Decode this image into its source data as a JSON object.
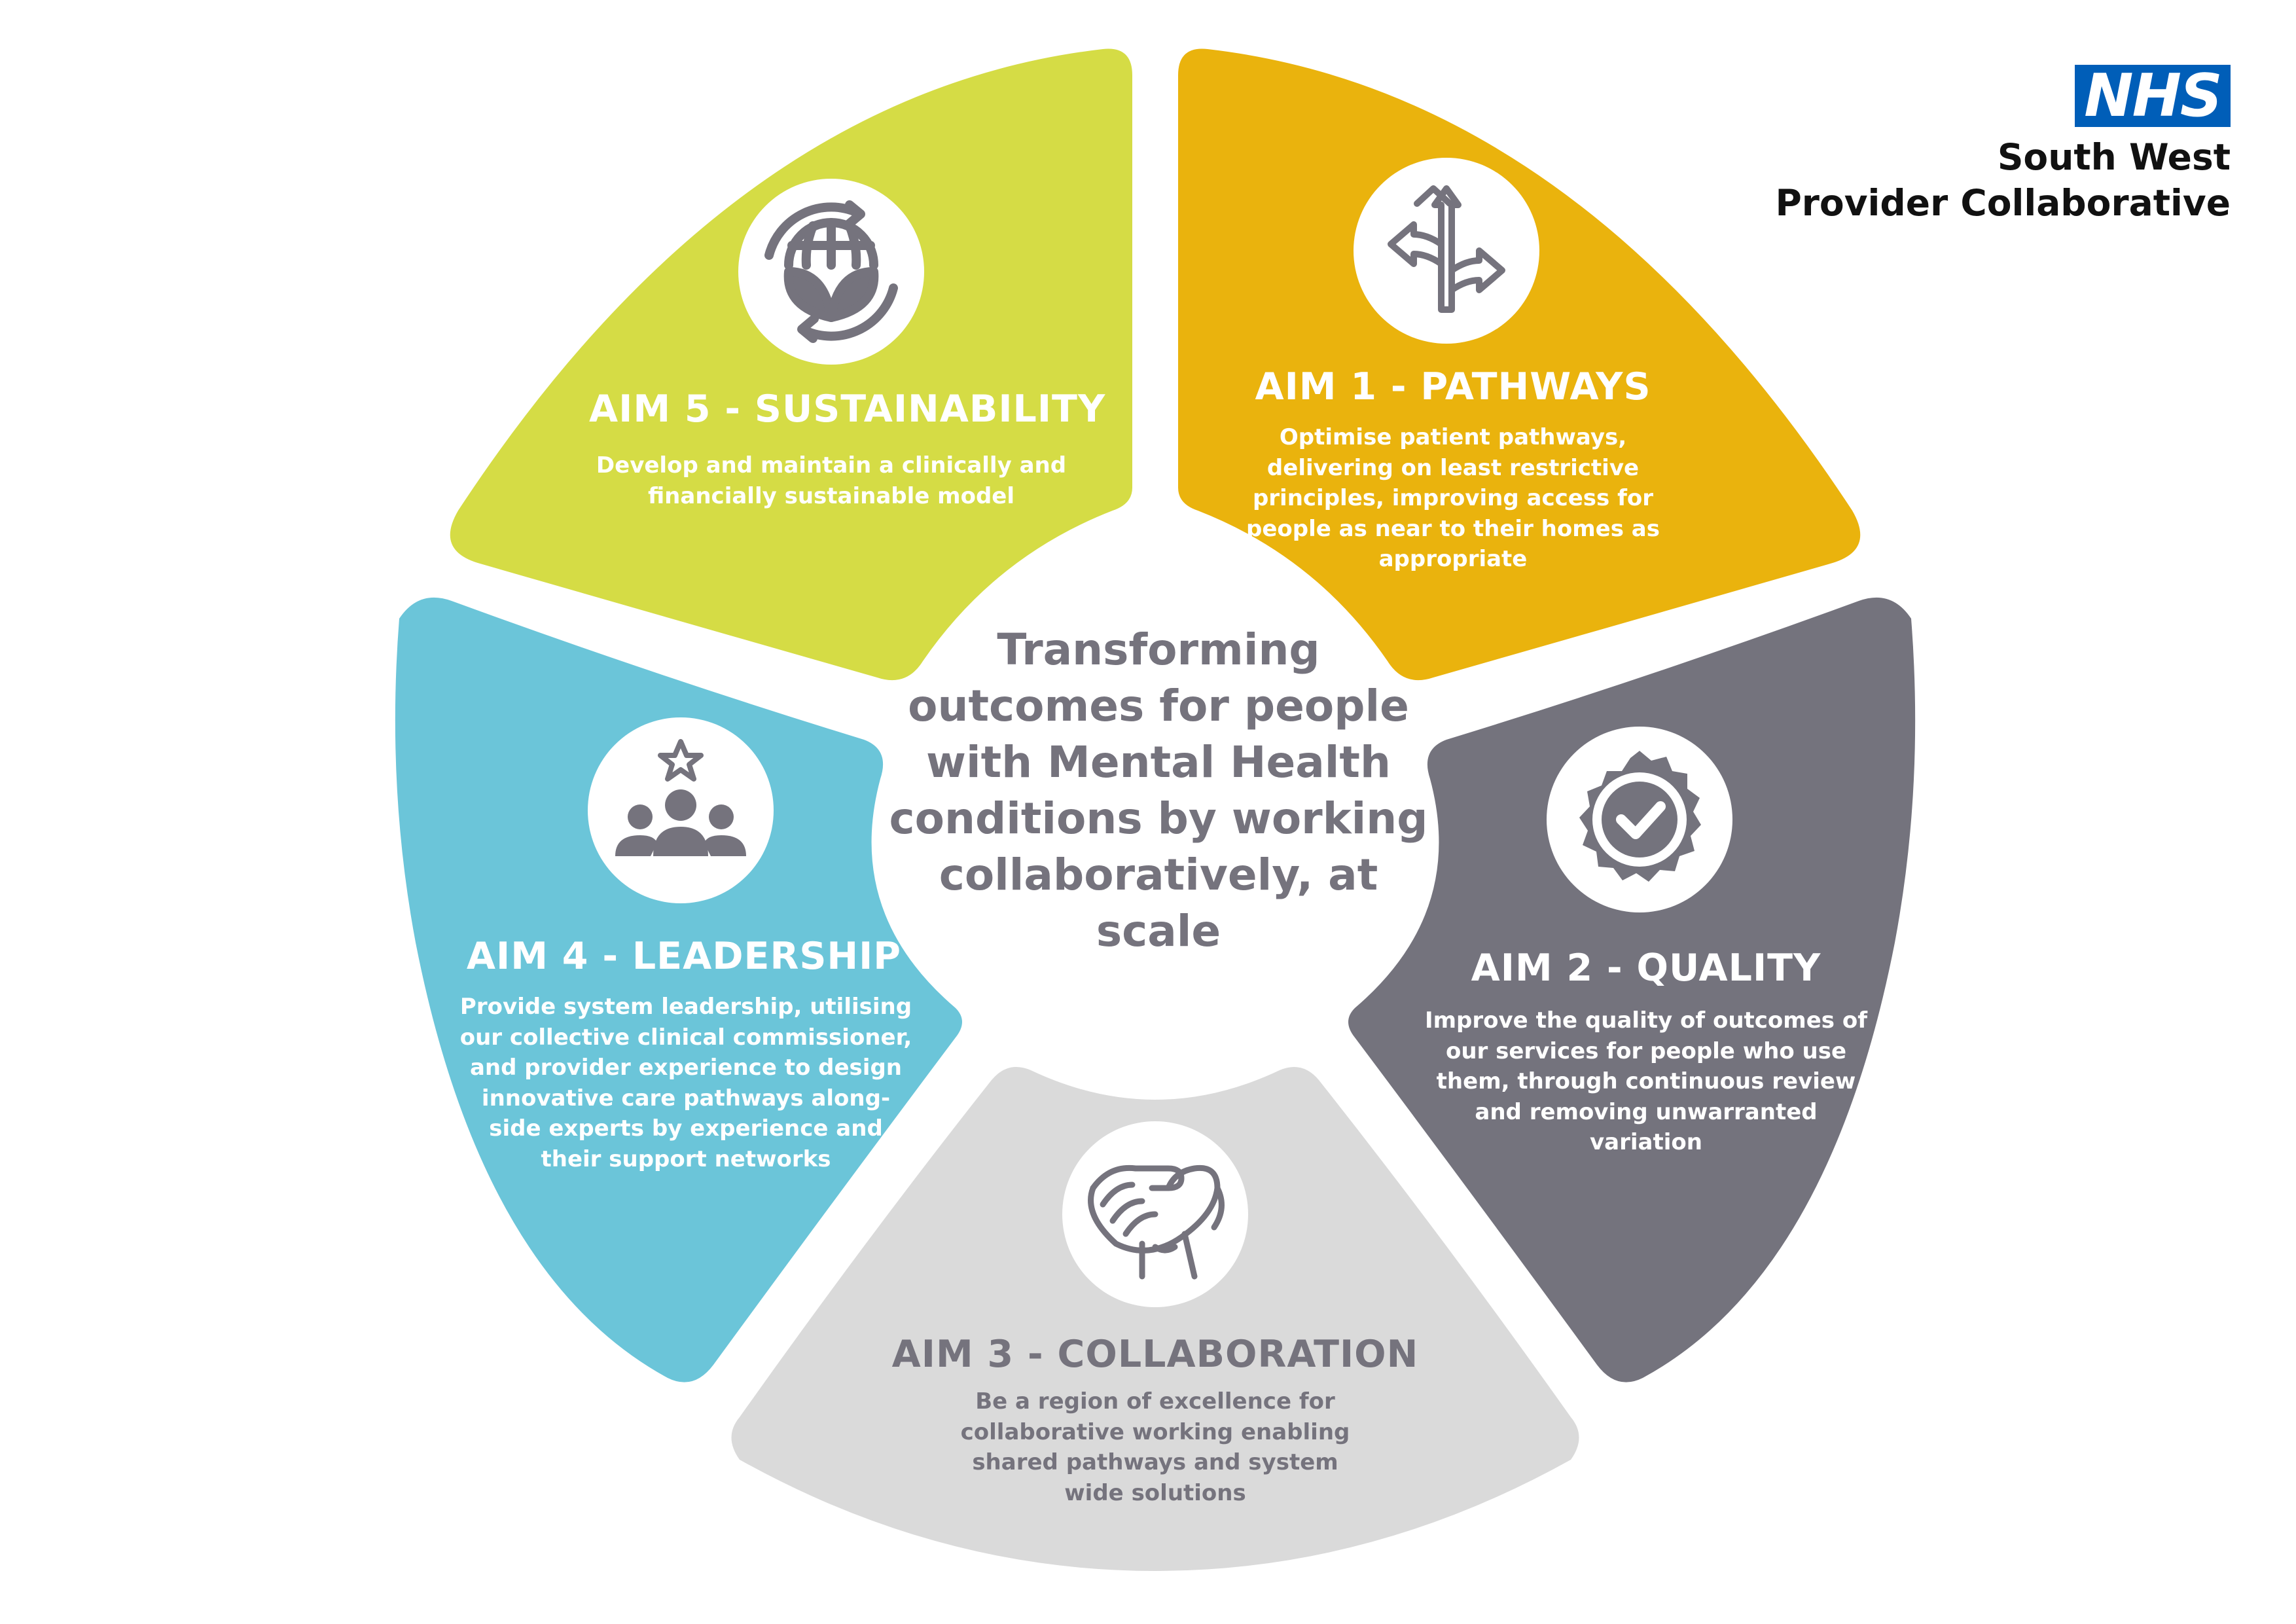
{
  "logo": {
    "mark": "NHS",
    "org_line1": "South West",
    "org_line2": "Provider Collaborative",
    "brand_color": "#005eb8"
  },
  "center": {
    "text": "Transforming outcomes for people with Mental Health conditions by working collaboratively, at scale"
  },
  "aims": {
    "pathways": {
      "title": "AIM 1 - PATHWAYS",
      "description": "Optimise patient pathways, delivering on least restrictive principles, improving access for people as near to their homes as appropriate",
      "color": "#eab30d",
      "icon": "diverging-arrows-icon"
    },
    "quality": {
      "title": "AIM 2 - QUALITY",
      "description": "Improve the quality of outcomes of our services for people who use them, through continuous review and removing unwarranted variation",
      "color": "#74737d",
      "icon": "quality-badge-check-icon"
    },
    "collaboration": {
      "title": "AIM 3 - COLLABORATION",
      "description": "Be a region of excellence for collaborative working enabling shared pathways and system wide solutions",
      "color": "#dadada",
      "icon": "handshake-icon"
    },
    "leadership": {
      "title": "AIM 4 - LEADERSHIP",
      "description": "Provide system leadership, utilising our collective clinical commissioner, and provider experience to design innovative care pathways along-side experts by experience and their support networks",
      "color": "#6bc5d9",
      "icon": "team-star-icon"
    },
    "sustainability": {
      "title": "AIM 5 - SUSTAINABILITY",
      "description": "Develop and maintain a clinically and financially sustainable model",
      "color": "#d5dc45",
      "icon": "globe-leaf-cycle-icon"
    }
  }
}
